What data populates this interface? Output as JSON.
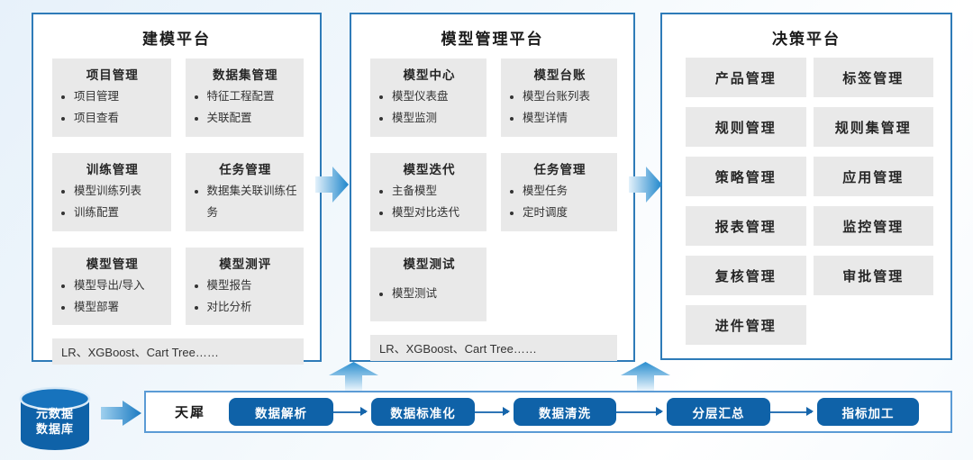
{
  "platforms": [
    {
      "title": "建模平台",
      "cards": [
        {
          "title": "项目管理",
          "items": [
            "项目管理",
            "项目查看"
          ]
        },
        {
          "title": "数据集管理",
          "items": [
            "特征工程配置",
            "关联配置"
          ]
        },
        {
          "title": "训练管理",
          "items": [
            "模型训练列表",
            "训练配置"
          ]
        },
        {
          "title": "任务管理",
          "items": [
            "数据集关联训练任务"
          ]
        },
        {
          "title": "模型管理",
          "items": [
            "模型导出/导入",
            "模型部署"
          ]
        },
        {
          "title": "模型测评",
          "items": [
            "模型报告",
            "对比分析"
          ]
        }
      ],
      "footer": "LR、XGBoost、Cart Tree……"
    },
    {
      "title": "模型管理平台",
      "cards": [
        {
          "title": "模型中心",
          "items": [
            "模型仪表盘",
            "模型监测"
          ]
        },
        {
          "title": "模型台账",
          "items": [
            "模型台账列表",
            "模型详情"
          ]
        },
        {
          "title": "模型迭代",
          "items": [
            "主备模型",
            "模型对比迭代"
          ]
        },
        {
          "title": "任务管理",
          "items": [
            "模型任务",
            "定时调度"
          ]
        },
        {
          "title": "模型测试",
          "items": [
            "模型测试"
          ]
        }
      ],
      "footer": "LR、XGBoost、Cart Tree……"
    },
    {
      "title": "决策平台",
      "modules": [
        "产品管理",
        "标签管理",
        "规则管理",
        "规则集管理",
        "策略管理",
        "应用管理",
        "报表管理",
        "监控管理",
        "复核管理",
        "审批管理",
        "进件管理"
      ]
    }
  ],
  "pipeline": {
    "source": {
      "line1": "元数据",
      "line2": "数据库"
    },
    "engine": "天犀",
    "steps": [
      "数据解析",
      "数据标准化",
      "数据清洗",
      "分层汇总",
      "指标加工"
    ]
  },
  "colors": {
    "panel_border": "#2e7bb8",
    "flow_border": "#5b9bd5",
    "card_bg": "#e9e9e9",
    "accent_blue": "#0f62a8",
    "arrow_gradient_light": "#e3f1fb",
    "arrow_gradient_dark": "#1e86cb"
  }
}
